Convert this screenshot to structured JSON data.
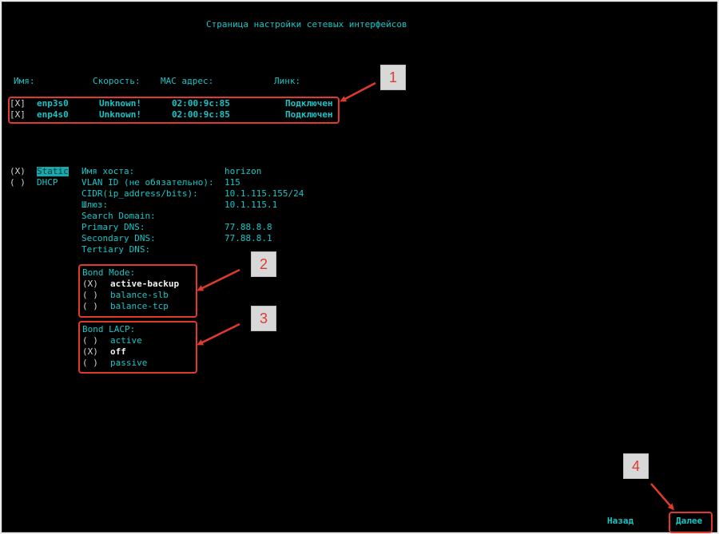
{
  "page_title": "Страница настройки сетевых интерфейсов",
  "table": {
    "headers": {
      "name": "Имя:",
      "speed": "Скорость:",
      "mac": "MAC адрес:",
      "link": "Линк:"
    },
    "rows": [
      {
        "check": "[X]",
        "name": "enp3s0",
        "speed": "Unknown!",
        "mac": "02:00:9c:85",
        "link": "Подключен"
      },
      {
        "check": "[X]",
        "name": "enp4s0",
        "speed": "Unknown!",
        "mac": "02:00:9c:85",
        "link": "Подключен"
      }
    ]
  },
  "mode": {
    "static": {
      "mark": "(X)",
      "label": "Static"
    },
    "dhcp": {
      "mark": "( )",
      "label": "DHCP"
    }
  },
  "settings": {
    "hostname": {
      "label": "Имя хоста:",
      "value": "horizon"
    },
    "vlan": {
      "label": "VLAN ID (не обязательно):",
      "value": "115"
    },
    "cidr": {
      "label": "CIDR(ip_address/bits):",
      "value": "10.1.115.155/24"
    },
    "gateway": {
      "label": "Шлюз:",
      "value": "10.1.115.1"
    },
    "search_domain": {
      "label": "Search Domain:",
      "value": ""
    },
    "primary_dns": {
      "label": "Primary DNS:",
      "value": "77.88.8.8"
    },
    "secondary_dns": {
      "label": "Secondary DNS:",
      "value": "77.88.8.1"
    },
    "tertiary_dns": {
      "label": "Tertiary DNS:",
      "value": ""
    }
  },
  "bond_mode": {
    "title": "Bond Mode:",
    "options": [
      {
        "mark": "(X)",
        "label": "active-backup"
      },
      {
        "mark": "( )",
        "label": "balance-slb"
      },
      {
        "mark": "( )",
        "label": "balance-tcp"
      }
    ]
  },
  "bond_lacp": {
    "title": "Bond LACP:",
    "options": [
      {
        "mark": "( )",
        "label": "active"
      },
      {
        "mark": "(X)",
        "label": "off"
      },
      {
        "mark": "( )",
        "label": "passive"
      }
    ]
  },
  "nav": {
    "back": "Назад",
    "next": "Далее"
  },
  "annotations": {
    "a1": "1",
    "a2": "2",
    "a3": "3",
    "a4": "4"
  },
  "colors": {
    "terminal_text": "#17c5c7",
    "highlight": "#e03a2f",
    "background": "#000000"
  }
}
